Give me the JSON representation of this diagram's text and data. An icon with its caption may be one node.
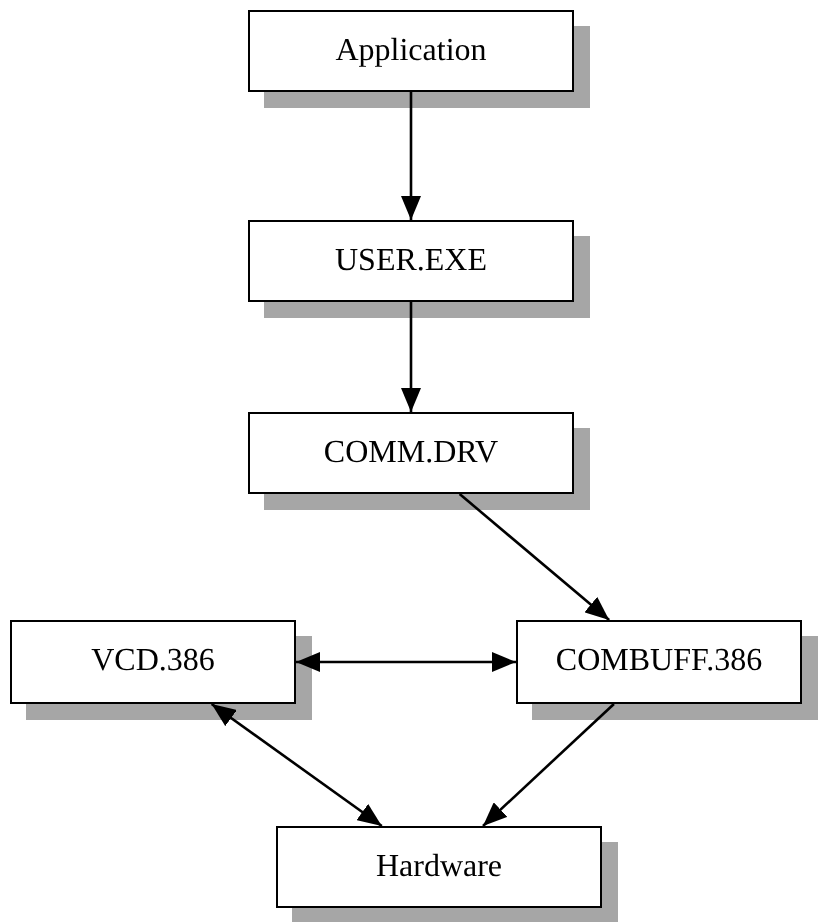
{
  "diagram": {
    "nodes": [
      {
        "text": [
          "Application"
        ]
      },
      {
        "text": [
          "USER.EXE"
        ]
      },
      {
        "text": [
          "COMM.DRV"
        ]
      },
      {
        "text": [
          "VCD.386"
        ]
      },
      {
        "text": [
          "COMBUFF.386"
        ]
      },
      {
        "text": [
          "Hardware"
        ]
      }
    ],
    "edges": [
      {
        "from": 0,
        "to": 1,
        "arrow": "to"
      },
      {
        "from": 1,
        "to": 2,
        "arrow": "to"
      },
      {
        "from": 2,
        "to": 4,
        "arrow": "to"
      },
      {
        "from": 3,
        "to": 4,
        "arrow": "both"
      },
      {
        "from": 3,
        "to": 5,
        "arrow": "both"
      },
      {
        "from": 4,
        "to": 5,
        "arrow": "to"
      }
    ]
  }
}
